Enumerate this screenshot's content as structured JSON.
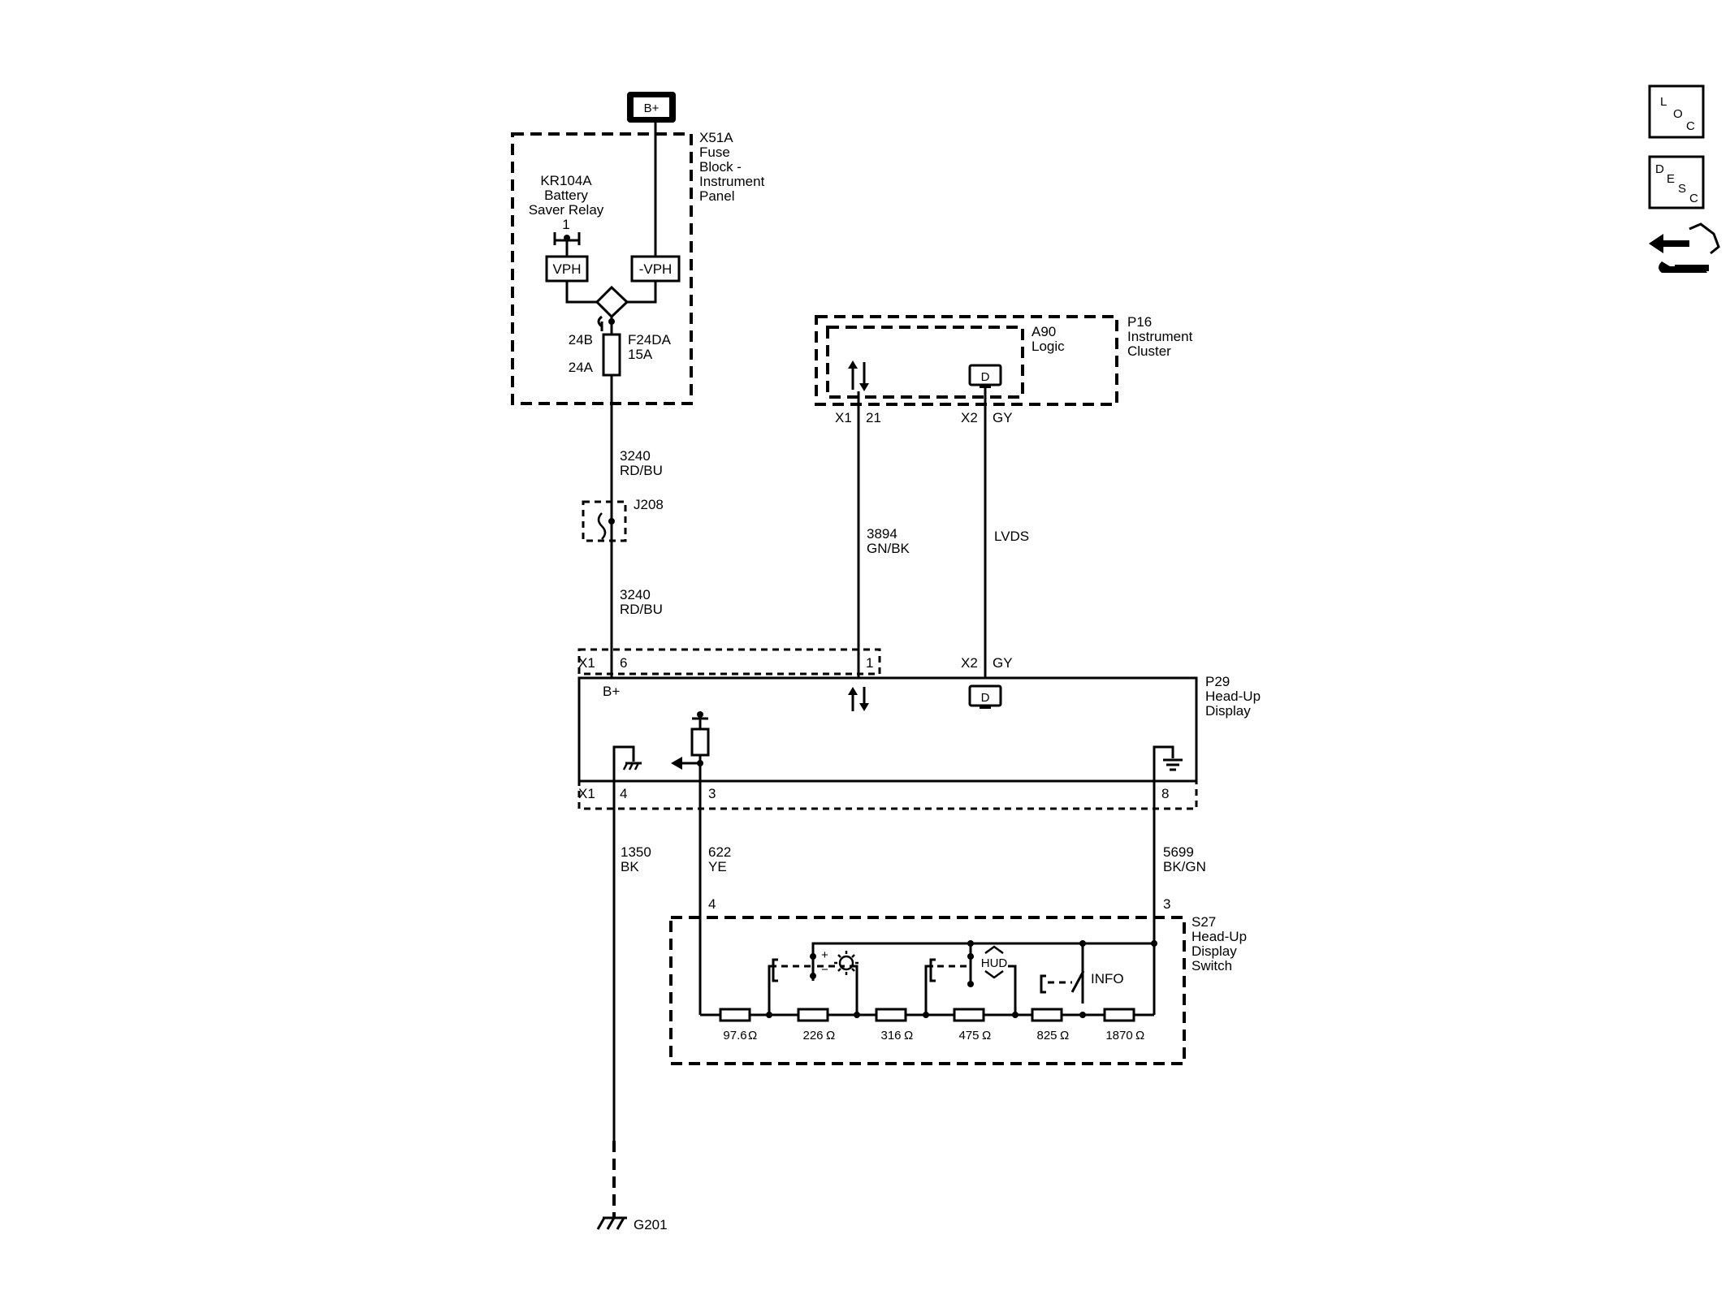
{
  "power": {
    "source": "B+"
  },
  "fuse_block": {
    "lines": [
      "X51A",
      "Fuse",
      "Block -",
      "Instrument",
      "Panel"
    ],
    "fuse_name": "F24DA",
    "fuse_rating": "15A",
    "pin_top": "24B",
    "pin_bottom": "24A"
  },
  "relay": {
    "lines": [
      "KR104A",
      "Battery",
      "Saver Relay"
    ],
    "pin": "1",
    "vph": "VPH",
    "neg_vph": "-VPH"
  },
  "wires": {
    "w3240_a_num": "3240",
    "w3240_a_color": "RD/BU",
    "w3240_b_num": "3240",
    "w3240_b_color": "RD/BU",
    "w3894_num": "3894",
    "w3894_color": "GN/BK",
    "lvds": "LVDS",
    "w1350_num": "1350",
    "w1350_color": "BK",
    "w622_num": "622",
    "w622_color": "YE",
    "w5699_num": "5699",
    "w5699_color": "BK/GN"
  },
  "splice": {
    "name": "J208"
  },
  "cluster": {
    "lines": [
      "P16",
      "Instrument",
      "Cluster"
    ],
    "logic_lines": [
      "A90",
      "Logic"
    ],
    "x1": "X1",
    "pin21": "21",
    "x2": "X2",
    "gy": "GY",
    "d": "D"
  },
  "hud": {
    "lines": [
      "P29",
      "Head-Up",
      "Display"
    ],
    "x1_top": "X1",
    "pin6": "6",
    "pin1": "1",
    "x2": "X2",
    "gy": "GY",
    "bplus": "B+",
    "d": "D",
    "x1_bottom": "X1",
    "pin4": "4",
    "pin3": "3",
    "pin8": "8"
  },
  "switch": {
    "lines": [
      "S27",
      "Head-Up",
      "Display",
      "Switch"
    ],
    "pin4": "4",
    "pin3": "3",
    "plus": "+",
    "minus": "−",
    "hud_icon_label": "HUD",
    "info": "INFO",
    "resistors": [
      "97.6",
      "226",
      "316",
      "475",
      "825",
      "1870"
    ],
    "ohm": "Ω"
  },
  "ground": {
    "name": "G201"
  },
  "side_icons": [
    {
      "letters": [
        "L",
        "O",
        "C"
      ]
    },
    {
      "letters": [
        "D",
        "E",
        "S",
        "C"
      ]
    }
  ]
}
